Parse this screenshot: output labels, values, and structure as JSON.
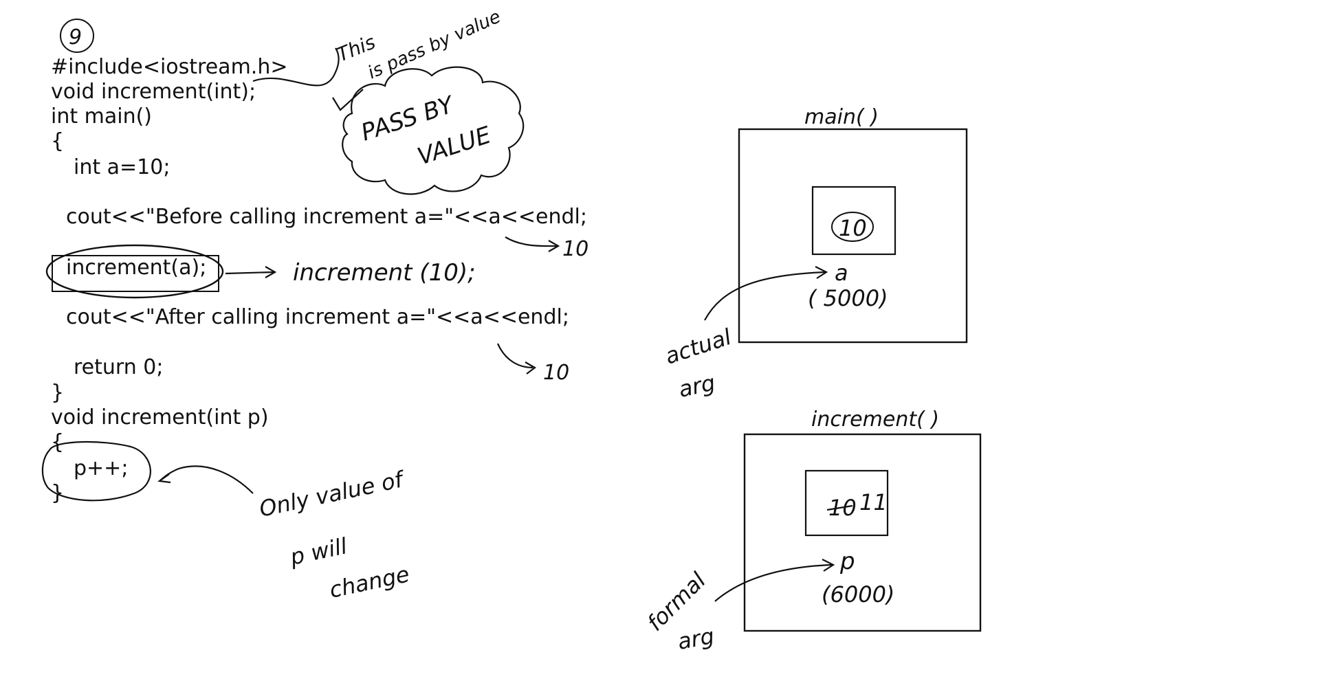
{
  "code_lines": [
    "#include<iostream.h>",
    "void increment(int);",
    "int main()",
    "{",
    "int a=10;",
    "cout<<\"Before calling increment a=\"<<a<<endl;",
    "increment(a);",
    "cout<<\"After calling increment a=\"<<a<<endl;",
    "return 0;",
    "}",
    "void increment(int p)",
    "{",
    "p++;",
    "}"
  ],
  "annotations": {
    "question_number": "9",
    "pass_note_line1": "This",
    "pass_note_line2": "is pass by value",
    "cloud_line1": "PASS BY",
    "cloud_line2": "VALUE",
    "call_expansion": "increment (10);",
    "before_output": "10",
    "after_output": "10",
    "only_value_line1": "Only value of",
    "only_value_line2": "p will",
    "only_value_line3": "change"
  },
  "memory": {
    "main_frame": {
      "label": "main( )",
      "cell_value": "10",
      "var_name": "a",
      "address": "( 5000)",
      "arg_label_line1": "actual",
      "arg_label_line2": "arg"
    },
    "increment_frame": {
      "label": "increment( )",
      "old_value": "10",
      "new_value": "11",
      "var_name": "p",
      "address": "(6000)",
      "arg_label_line1": "formal",
      "arg_label_line2": "arg"
    }
  }
}
